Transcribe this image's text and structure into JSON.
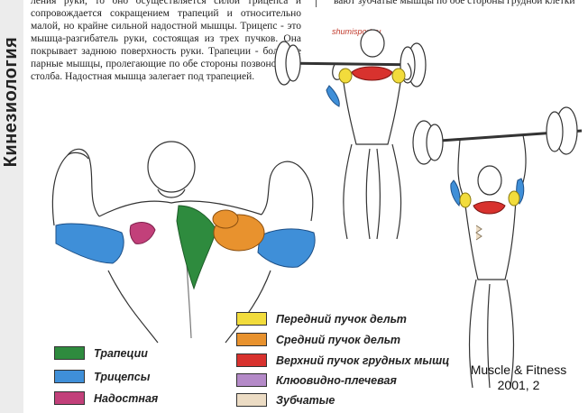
{
  "sidebar": {
    "title": "Кинезиология"
  },
  "body_text": "ления руки, то оно осуществляется силой трицепса и сопровождается сокращением трапеций и относительно малой, но крайне сильной надостной мышцы. Трицепс - это мышца-разгибатель руки, состоящая из трех пучков. Она покрывает заднюю поверхность руки. Трапеции - большие парные мышцы, пролегающие по обе стороны позвоночного столба. Надостная мышца залегает под трапецией.",
  "top_right_text": "вают зубчатые мышцы по обе стороны грудной клетки",
  "watermark": "shumisport.ru",
  "legend": {
    "left": [
      {
        "label": "Трапеции",
        "color": "#2e8b3e"
      },
      {
        "label": "Трицепсы",
        "color": "#3f8fd8"
      },
      {
        "label": "Надостная",
        "color": "#c2407a"
      }
    ],
    "right": [
      {
        "label": "Передний пучок дельт",
        "color": "#f2dc3c"
      },
      {
        "label": "Средний пучок дельт",
        "color": "#e8922e"
      },
      {
        "label": "Верхний пучок грудных мышц",
        "color": "#d8322e"
      },
      {
        "label": "Клюовидно-плечевая",
        "color": "#b48ac8"
      },
      {
        "label": "Зубчатые",
        "color": "#ecdcc4"
      }
    ]
  },
  "source": {
    "line1": "Muscle & Fitness",
    "line2": "2001, 2"
  }
}
